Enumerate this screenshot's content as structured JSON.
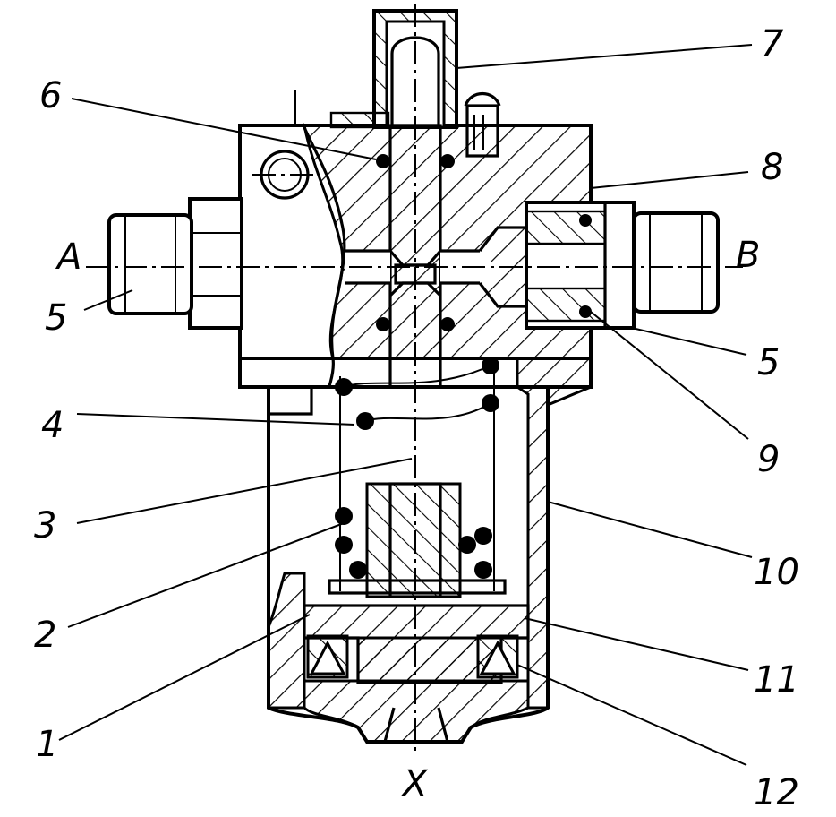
{
  "labels": {
    "n1": "1",
    "n2": "2",
    "n3": "3",
    "n4": "4",
    "n5_left": "5",
    "n5_right": "5",
    "n6": "6",
    "n7": "7",
    "n8": "8",
    "n9": "9",
    "n10": "10",
    "n11": "11",
    "n12": "12",
    "port_a": "A",
    "port_b": "B",
    "port_x": "X"
  },
  "colors": {
    "ink": "#000000",
    "paper": "#ffffff"
  }
}
